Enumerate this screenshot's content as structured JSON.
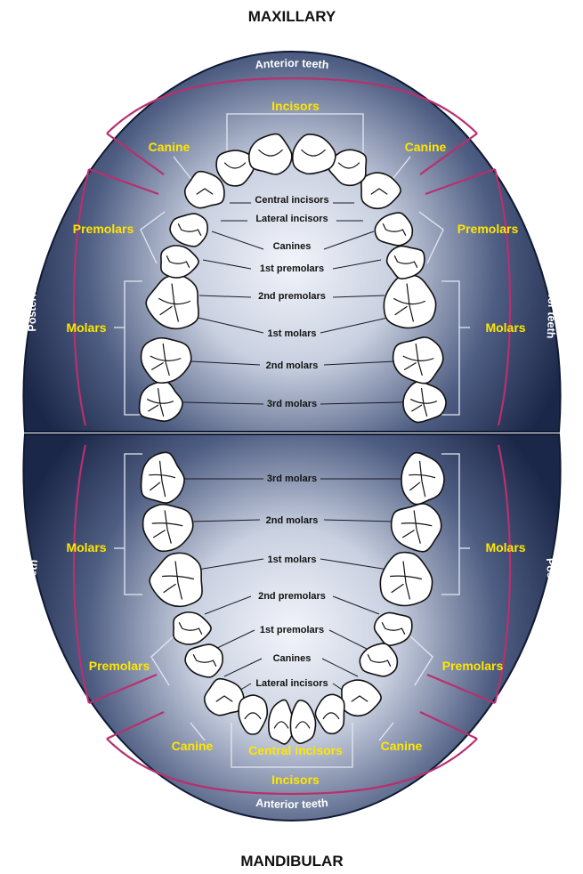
{
  "titles": {
    "maxillary": "MAXILLARY",
    "mandibular": "MANDIBULAR"
  },
  "upper": {
    "anterior_teeth": "Anterior teeth",
    "posterior_left": "Posterior teeth",
    "posterior_right": "Posterior teeth",
    "incisors": "Incisors",
    "canine_left": "Canine",
    "canine_right": "Canine",
    "premolars_left": "Premolars",
    "premolars_right": "Premolars",
    "molars_left": "Molars",
    "molars_right": "Molars",
    "row_labels": [
      "Central incisors",
      "Lateral incisors",
      "Canines",
      "1st premolars",
      "2nd premolars",
      "1st molars",
      "2nd molars",
      "3rd molars"
    ]
  },
  "lower": {
    "anterior_teeth": "Anterior teeth",
    "posterior_left": "Postetior teeth",
    "posterior_right": "Postetior teeth",
    "incisors": "Incisors",
    "central_incisors": "Central incisors",
    "canine_left": "Canine",
    "canine_right": "Canine",
    "premolars_left": "Premolars",
    "premolars_right": "Premolars",
    "molars_left": "Molars",
    "molars_right": "Molars",
    "row_labels": [
      "3rd molars",
      "2nd molars",
      "1st molars",
      "2nd premolars",
      "1st premolars",
      "Canines",
      "Lateral incisors"
    ]
  },
  "colors": {
    "panel_dark": "#1c2a4e",
    "panel_light": "#eef1f8",
    "group_label": "#ffe600",
    "divider": "#b8306e",
    "region_label": "#ffffff"
  }
}
